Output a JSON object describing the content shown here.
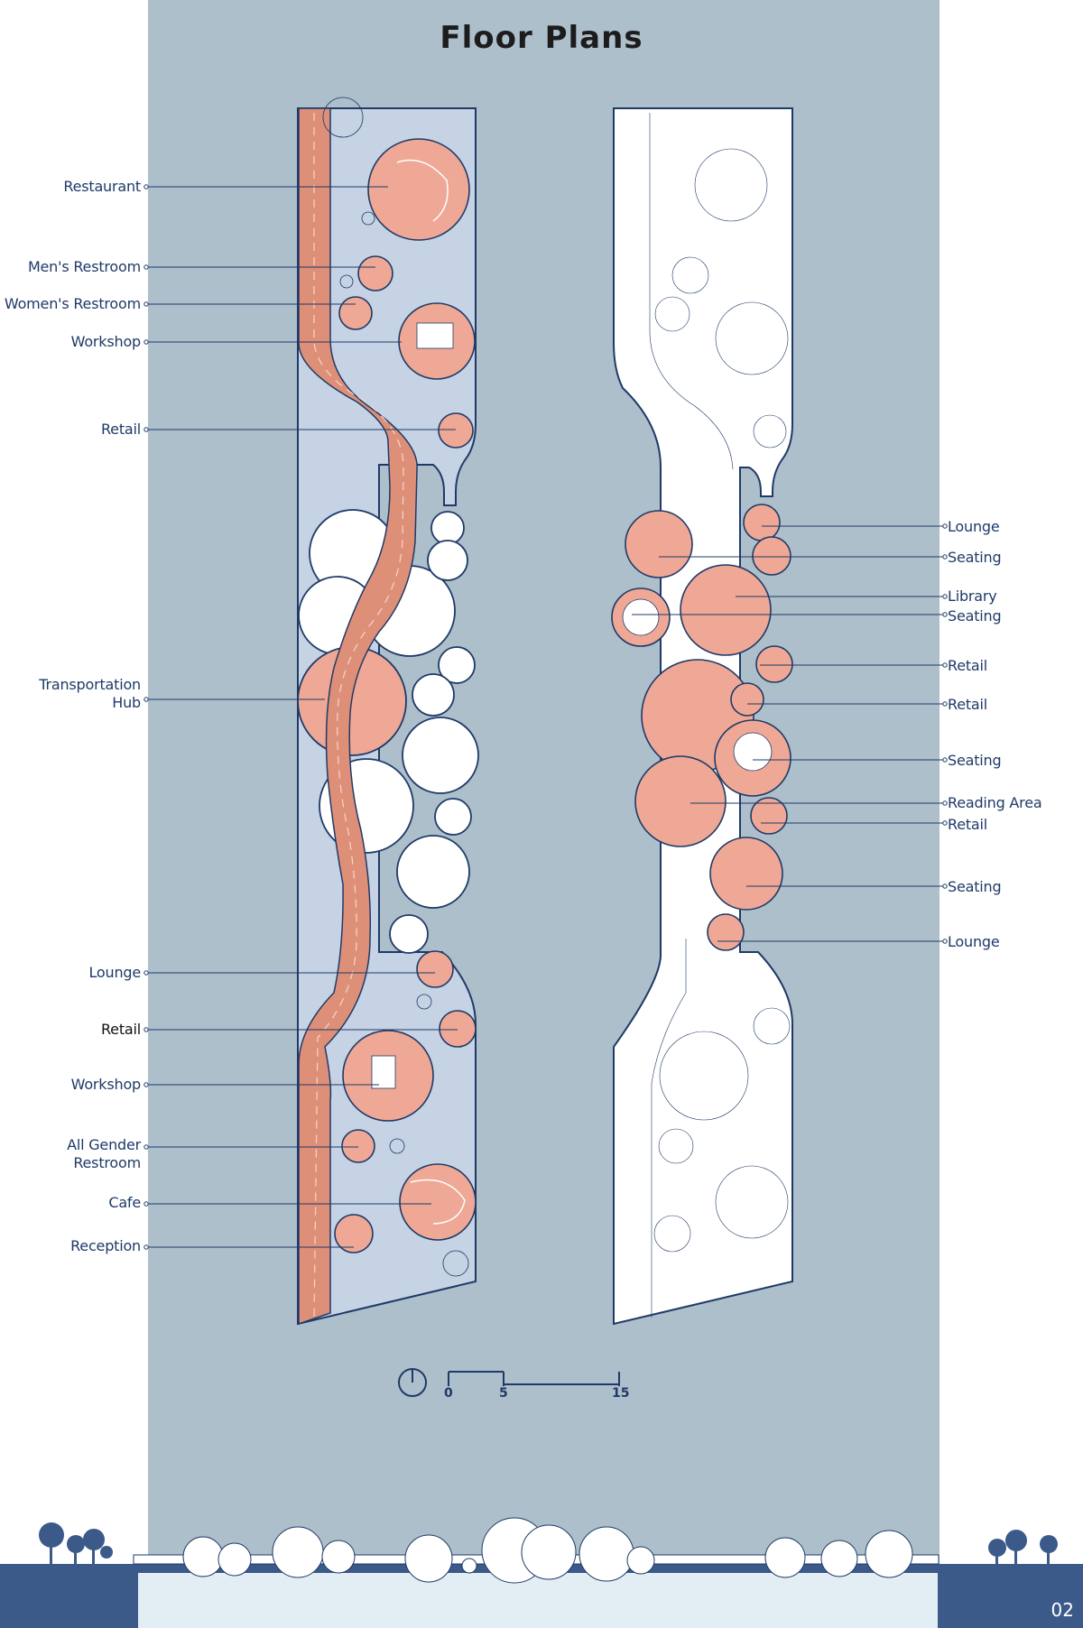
{
  "title": "Floor Plans",
  "page_number": "02",
  "colors": {
    "background": "#adbfca",
    "accent": "#eea895",
    "path": "#de8f78",
    "outline": "#1f3a68",
    "plaza": "#c5d3e4",
    "footer": "#3b5a8a"
  },
  "plan_left_labels": [
    "Restaurant",
    "Men's  Restroom",
    "Women's  Restroom",
    "Workshop",
    "Retail",
    "Transportation Hub",
    "Lounge",
    "Retail",
    "Workshop",
    "All  Gender Restroom",
    "Cafe",
    "Reception"
  ],
  "plan_right_labels": [
    "Lounge",
    "Seating",
    "Library",
    "Seating",
    "Retail",
    "Retail",
    "Seating",
    "Reading  Area",
    "Retail",
    "Seating",
    "Lounge"
  ],
  "scale_bar": {
    "ticks": [
      "0",
      "5",
      "15"
    ],
    "north_icon": "north-arrow-icon"
  }
}
